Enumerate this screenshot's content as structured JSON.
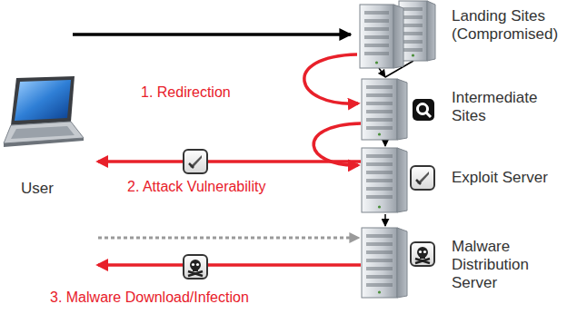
{
  "diagram": {
    "nodes": [
      {
        "text": [
          "User"
        ]
      },
      {
        "text": [
          "Landing Sites (Compromised)"
        ]
      },
      {
        "text": [
          "Intermediate Sites"
        ]
      },
      {
        "text": [
          "Exploit Server"
        ]
      },
      {
        "text": [
          "Malware Distribution Server"
        ]
      }
    ],
    "edges": [
      {
        "from": 1,
        "to": 2,
        "arrow": "to"
      },
      {
        "from": 2,
        "to": 3,
        "arrow": "to"
      },
      {
        "from": 3,
        "to": 4,
        "arrow": "to"
      },
      {
        "from": 1,
        "to": 2,
        "arrow": "to",
        "label": "1. Redirection"
      },
      {
        "from": 2,
        "to": 3,
        "arrow": "to"
      },
      {
        "from": 3,
        "to": 0,
        "arrow": "to",
        "label": "2. Attack Vulnerability"
      },
      {
        "from": 0,
        "to": 4,
        "arrow": "to"
      },
      {
        "from": 4,
        "to": 0,
        "arrow": "to",
        "label": "3. Malware Download/Infection"
      }
    ]
  }
}
